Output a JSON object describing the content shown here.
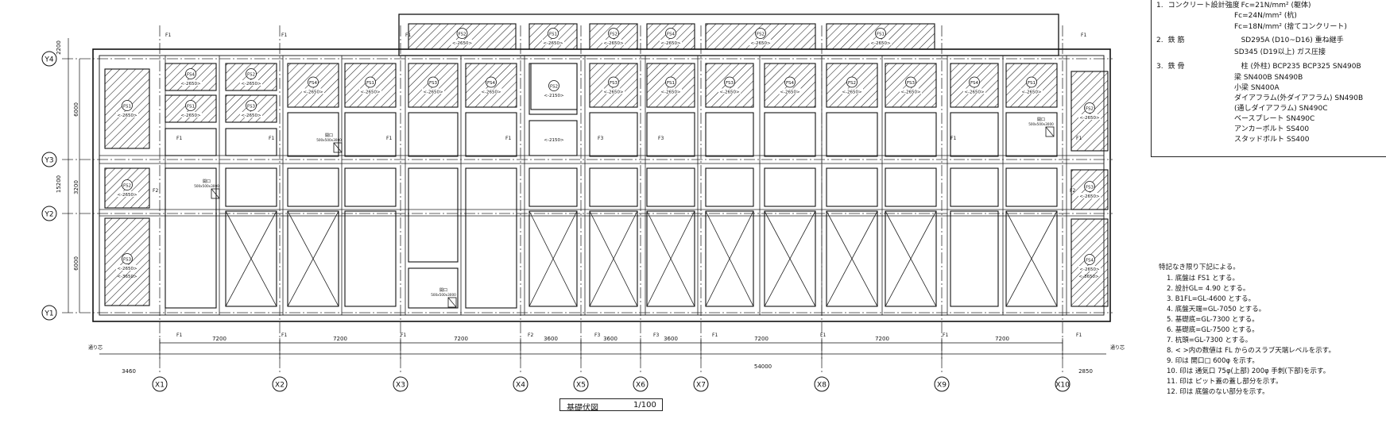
{
  "drawing": {
    "title": "基礎伏図",
    "scale": "1/100"
  },
  "grid": {
    "x_labels": [
      "X1",
      "X2",
      "X3",
      "X4",
      "X5",
      "X6",
      "X7",
      "X8",
      "X9",
      "X10"
    ],
    "y_labels": [
      "Y4",
      "Y3",
      "Y2",
      "Y1"
    ],
    "left_dims": [
      "2200",
      "6000",
      "15200",
      "3200",
      "6000"
    ],
    "bottom_dims": [
      "7200",
      "7200",
      "7200",
      "3600",
      "3600",
      "3600",
      "7200",
      "7200",
      "7200"
    ],
    "end_dims": [
      "3460",
      "2850"
    ],
    "total_dim": "54000"
  },
  "labels": {
    "footing_tags": [
      "F1",
      "F2",
      "F3"
    ],
    "slab_tags": [
      "FS1",
      "FS2",
      "FS3",
      "FS4"
    ],
    "slab_level": "<-2650>",
    "slab_level_2": "<-2150>",
    "slab_level_3": "<-3650>",
    "opening": "開口",
    "opening_size": "500x500x3000",
    "north_mark": "通り芯"
  },
  "material_notes": [
    {
      "num": "1.",
      "label": "コンクリート設計強度",
      "value": "Fc=21N/mm² (躯体)"
    },
    {
      "num": "",
      "label": "",
      "value": "Fc=24N/mm² (杭)"
    },
    {
      "num": "",
      "label": "",
      "value": "Fc=18N/mm² (捨てコンクリート)"
    },
    {
      "num": "2.",
      "label": "鉄 筋",
      "value": "SD295A (D10~D16)  重ね継手"
    },
    {
      "num": "",
      "label": "",
      "value": "SD345  (D19以上)  ガス圧接"
    },
    {
      "num": "3.",
      "label": "鉄 骨",
      "value": "柱  (外柱) BCP235 BCP325 SN490B"
    },
    {
      "num": "",
      "label": "",
      "value": "梁  SN400B SN490B"
    },
    {
      "num": "",
      "label": "",
      "value": "小梁  SN400A"
    },
    {
      "num": "",
      "label": "",
      "value": "ダイアフラム(外ダイアフラム)  SN490B"
    },
    {
      "num": "",
      "label": "",
      "value": "(通しダイアフラム)  SN490C"
    },
    {
      "num": "",
      "label": "",
      "value": "ベースプレート  SN490C"
    },
    {
      "num": "",
      "label": "",
      "value": "アンカーボルト  SS400"
    },
    {
      "num": "",
      "label": "",
      "value": "スタッドボルト  SS400"
    }
  ],
  "general_notes": {
    "heading": "特記なき限り下記による。",
    "items": [
      "1. 底盤は FS1 とする。",
      "2. 設計GL= 4.90 とする。",
      "3. B1FL=GL-4600 とする。",
      "4. 底盤天端=GL-7050 とする。",
      "5. 基礎底=GL-7300 とする。",
      "6. 基礎底=GL-7500 とする。",
      "7. 杭頭=GL-7300 とする。",
      "8. <  >内の数値は FL からのスラブ天端レベルを示す。",
      "9. 印は 開口□ 600φ を示す。",
      "10. 印は 通気口 75φ(上部) 200φ 手刺(下部)を示す。",
      "11. 印は ピット蓋の蓋し部分を示す。",
      "12. 印は 底盤のない部分を示す。"
    ]
  }
}
